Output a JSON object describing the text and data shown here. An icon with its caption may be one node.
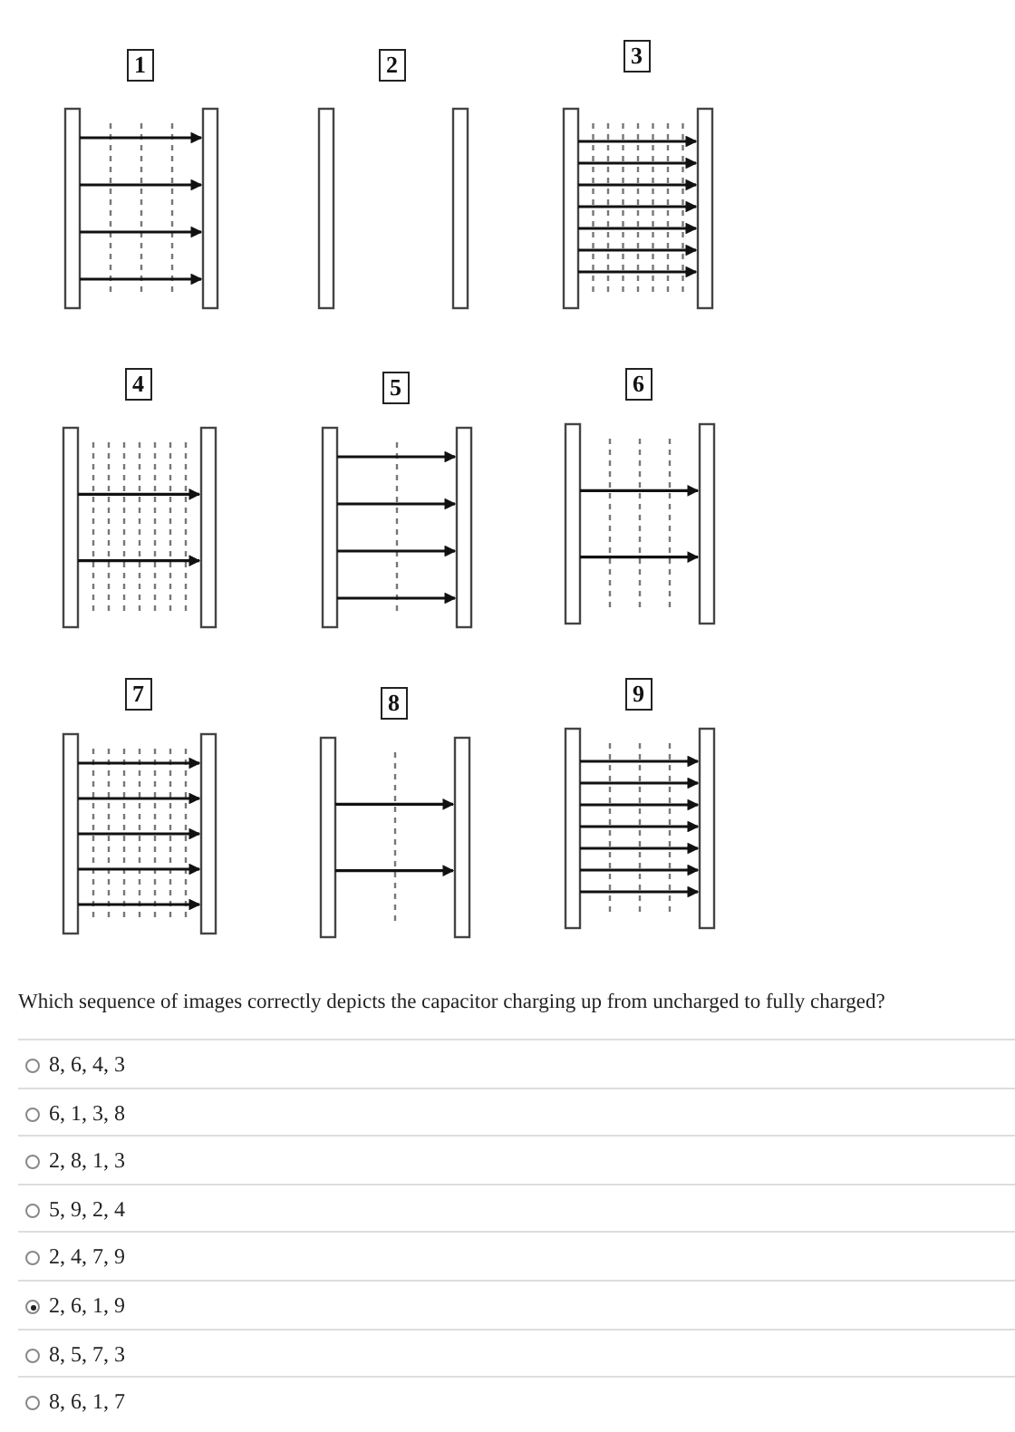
{
  "diagram": {
    "labels": [
      "1",
      "2",
      "3",
      "4",
      "5",
      "6",
      "7",
      "8",
      "9",
      "Which sequence of images correctly depicts the capacitor charging up from uncharged to fully charged?",
      "8, 6, 4, 3",
      "6, 1, 3, 8",
      "2, 8, 1, 3",
      "5, 9, 2, 4",
      "2, 4, 7, 9",
      "2, 6, 1, 9",
      "8, 5, 7, 3",
      "8, 6, 1, 7"
    ]
  }
}
